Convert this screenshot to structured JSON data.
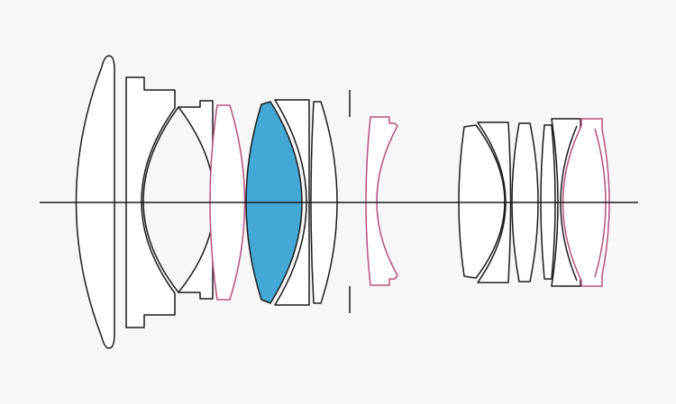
{
  "diagram": {
    "type": "lens-element-cross-section",
    "colors": {
      "background": "#f7f7f7",
      "outline": "#1c1c1c",
      "highlighted_element": "#43a8d6",
      "pink_elements": "#b5507e"
    },
    "front_group_element_count": 7,
    "rear_group_element_count": 7,
    "aperture_stop": true,
    "optical_axis": true
  }
}
